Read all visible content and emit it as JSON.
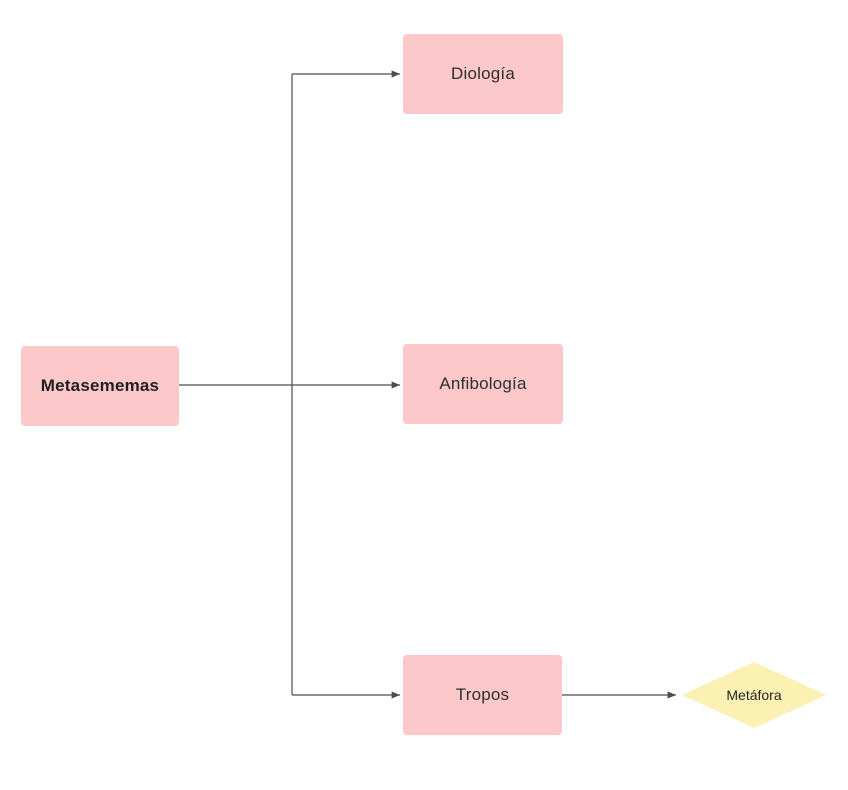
{
  "diagram": {
    "nodes": {
      "metasememas": {
        "label": "Metasememas",
        "shape": "rectangle",
        "fill": "#fcc8ca",
        "emphasis": "bold"
      },
      "diologia": {
        "label": "Diología",
        "shape": "rectangle",
        "fill": "#fcc8ca"
      },
      "anfibologia": {
        "label": "Anfibología",
        "shape": "rectangle",
        "fill": "#fcc8ca"
      },
      "tropos": {
        "label": "Tropos",
        "shape": "rectangle",
        "fill": "#fcc8ca"
      },
      "metafora": {
        "label": "Metáfora",
        "shape": "diamond",
        "fill": "#faf1b3"
      }
    },
    "edges": [
      {
        "from": "metasememas",
        "to": "diologia",
        "arrow": "end"
      },
      {
        "from": "metasememas",
        "to": "anfibologia",
        "arrow": "end"
      },
      {
        "from": "metasememas",
        "to": "tropos",
        "arrow": "end"
      },
      {
        "from": "tropos",
        "to": "metafora",
        "arrow": "end"
      }
    ],
    "colors": {
      "node_fill_pink": "#fcc8ca",
      "node_fill_yellow": "#faf1b3",
      "connector": "#4d4d4d",
      "text_primary": "#1f1f1f",
      "text_secondary": "#2e2e2e",
      "background": "#ffffff"
    }
  }
}
